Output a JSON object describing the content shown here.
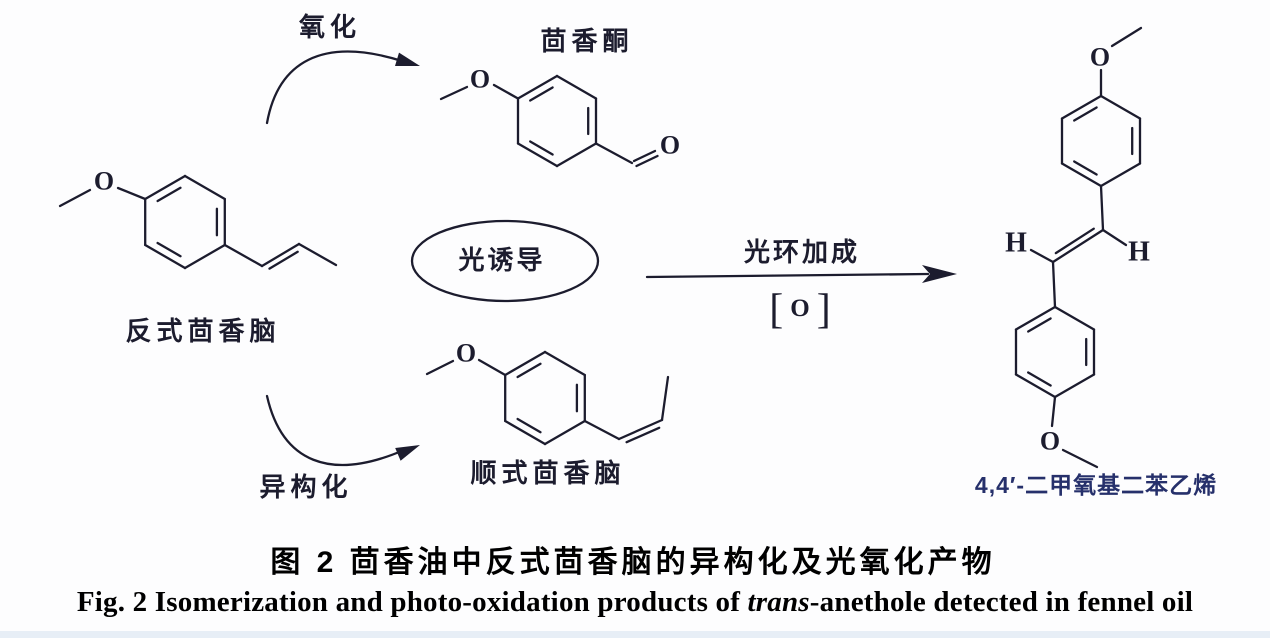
{
  "page": {
    "bg": "#fdfdfe",
    "bottom_bar_color": "#e7eef6",
    "ink_color": "#1c1c2e",
    "stilbene_label_color": "#26306b"
  },
  "atoms": {
    "O": "O",
    "H": "H"
  },
  "scheme": {
    "oxidation_label": "氧化",
    "isomerization_label": "异构化",
    "photoinduction_label": "光诱导",
    "cycloaddition_label": "光环加成",
    "oxidant_bracket_left": "[",
    "oxidant_symbol": "O",
    "oxidant_bracket_right": "]",
    "products": {
      "anisketone": "茴香酮",
      "trans_anethole": "反式茴香脑",
      "cis_anethole": "顺式茴香脑",
      "dimethoxystilbene": "4,4′-二甲氧基二苯乙烯"
    }
  },
  "caption": {
    "zh": "图 2  茴香油中反式茴香脑的异构化及光氧化产物",
    "en_prefix": "Fig. 2  Isomerization and photo-oxidation products of ",
    "en_italic": "trans",
    "en_suffix": "-anethole detected in fennel oil"
  }
}
